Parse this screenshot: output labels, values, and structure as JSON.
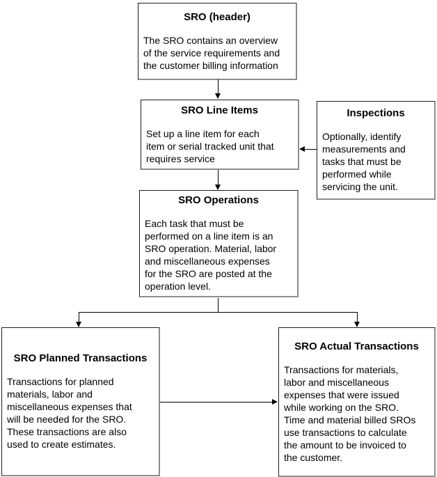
{
  "diagram": {
    "title": "SRO structure flowchart",
    "colors": {
      "background": "#ffffff",
      "text": "#000000",
      "box_border": "#1c1c1c",
      "box_shadow_border": "#8c8c8c",
      "connector": "#000000"
    },
    "boxes": [
      {
        "id": "sro-header",
        "title": "SRO (header)",
        "body": "The SRO contains an overview\nof the service requirements and\nthe customer billing information"
      },
      {
        "id": "sro-line-items",
        "title": "SRO Line Items",
        "body": "Set up a line item for each\nitem or serial tracked unit that\nrequires service"
      },
      {
        "id": "inspections",
        "title": "Inspections",
        "body": "Optionally, identify\nmeasurements and\ntasks that must be\nperformed while\nservicing the unit."
      },
      {
        "id": "sro-operations",
        "title": "SRO Operations",
        "body": "Each task that must be\nperformed on a line item is an\nSRO operation. Material, labor\nand miscellaneous expenses\nfor the SRO are posted at the\noperation level."
      },
      {
        "id": "sro-planned-transactions",
        "title": "SRO Planned Transactions",
        "body": "Transactions for planned\nmaterials, labor and\nmiscellaneous expenses  that\nwill be needed for the SRO.\nThese transactions are also\nused to create estimates."
      },
      {
        "id": "sro-actual-transactions",
        "title": "SRO Actual Transactions",
        "body": "Transactions for materials,\nlabor and miscellaneous\nexpenses  that were issued\nwhile working on the SRO.\nTime and material billed SROs\nuse transactions to calculate\nthe amount to be invoiced to\nthe customer."
      }
    ],
    "connections": [
      {
        "from": "sro-header",
        "to": "sro-line-items",
        "direction": "down"
      },
      {
        "from": "inspections",
        "to": "sro-line-items",
        "direction": "left"
      },
      {
        "from": "sro-line-items",
        "to": "sro-operations",
        "direction": "down"
      },
      {
        "from": "sro-operations",
        "to": "sro-planned-transactions",
        "direction": "down"
      },
      {
        "from": "sro-operations",
        "to": "sro-actual-transactions",
        "direction": "down"
      },
      {
        "from": "sro-planned-transactions",
        "to": "sro-actual-transactions",
        "direction": "right"
      }
    ]
  }
}
